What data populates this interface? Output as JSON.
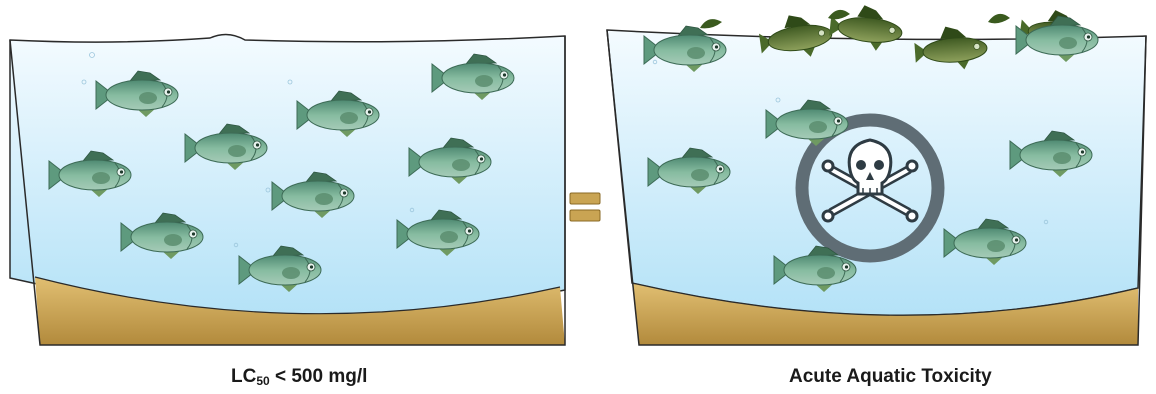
{
  "left_panel": {
    "caption_main": "LC",
    "caption_sub": "50",
    "caption_rest": " < 500 mg/l"
  },
  "right_panel": {
    "caption": "Acute Aquatic Toxicity"
  },
  "colors": {
    "water_top": "#f4fbff",
    "water_bottom": "#b4e2f7",
    "sediment": "#c9a453",
    "fish_body": "#6fa88a",
    "fish_dead": "#5c7a3a",
    "skull_ring": "#5f6d75"
  },
  "icons": {
    "equals": "equals-icon",
    "toxicity": "skull-and-crossbones-icon"
  }
}
